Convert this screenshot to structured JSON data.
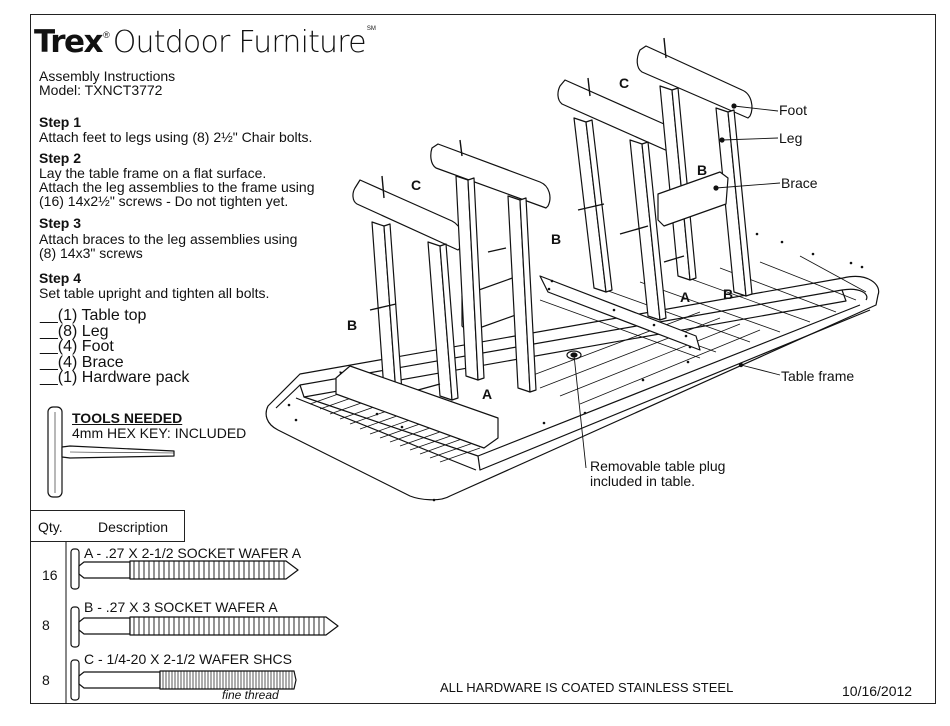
{
  "brand": {
    "trex": "Trex",
    "reg": "®",
    "product": "Outdoor Furniture",
    "sm": "SM"
  },
  "header": {
    "title": "Assembly Instructions",
    "model": "Model: TXNCT3772"
  },
  "steps": [
    {
      "label": "Step 1",
      "lines": [
        "Attach feet to legs using (8) 2½\" Chair bolts."
      ]
    },
    {
      "label": "Step 2",
      "lines": [
        "Lay the table frame on a flat surface.",
        "Attach the leg assemblies to the frame using",
        "(16) 14x2½\" screws - Do not tighten yet."
      ]
    },
    {
      "label": "Step 3",
      "lines": [
        "Attach braces to the leg assemblies using",
        "(8) 14x3\" screws"
      ]
    },
    {
      "label": "Step 4",
      "lines": [
        "Set table upright and tighten all bolts."
      ]
    }
  ],
  "parts": [
    "__(1) Table top",
    "__(8) Leg",
    "__(4) Foot",
    "__(4) Brace",
    "__(1) Hardware pack"
  ],
  "tools": {
    "title": "TOOLS NEEDED",
    "item": "4mm HEX KEY: INCLUDED"
  },
  "callouts": {
    "foot": "Foot",
    "leg": "Leg",
    "brace": "Brace",
    "table_frame": "Table frame",
    "plug_line1": "Removable table plug",
    "plug_line2": "included in table."
  },
  "part_labels": {
    "a": "A",
    "b": "B",
    "c": "C"
  },
  "hardware": {
    "qty_header": "Qty.",
    "desc_header": "Description",
    "items": [
      {
        "qty": "16",
        "name": "A - .27 X 2-1/2 SOCKET WAFER A"
      },
      {
        "qty": "8",
        "name": "B - .27 X 3 SOCKET WAFER A"
      },
      {
        "qty": "8",
        "name": "C - 1/4-20 X 2-1/2 WAFER SHCS"
      }
    ],
    "fine_thread": "fine thread"
  },
  "footer": {
    "note": "ALL HARDWARE IS COATED STAINLESS STEEL",
    "date": "10/16/2012"
  }
}
